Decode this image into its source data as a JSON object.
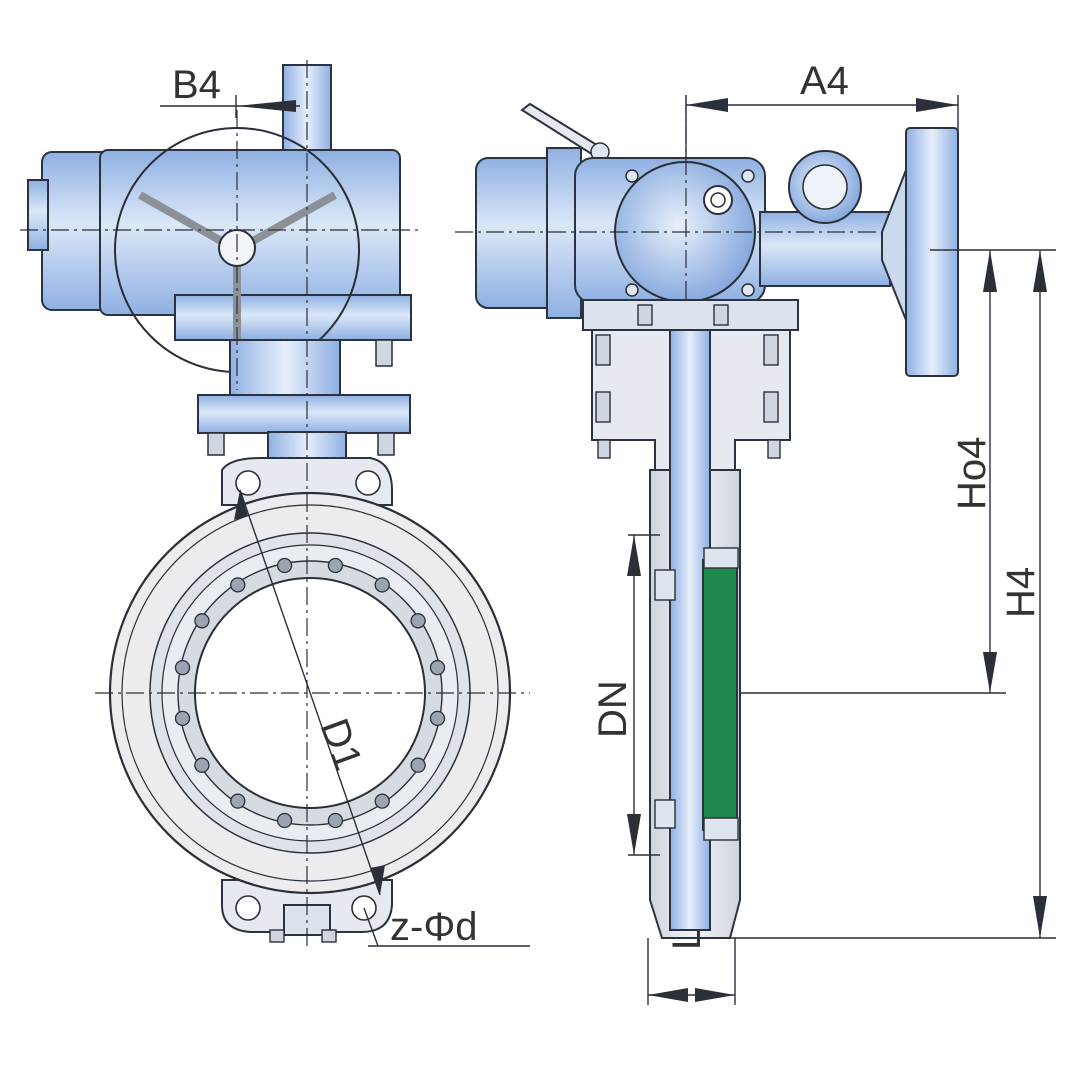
{
  "labels": {
    "b4": "B4",
    "a4": "A4",
    "d1": "D1",
    "z_phi_d": "z-Φd",
    "dn": "DN",
    "ho4": "Ho4",
    "h4": "H4",
    "l": "L"
  },
  "colors": {
    "steel_blue": "#a9c3ea",
    "steel_light": "#dbe7f7",
    "body_gray": "#e6e9ef",
    "disc_green": "#1f8a4c",
    "outline": "#2a2f38"
  }
}
